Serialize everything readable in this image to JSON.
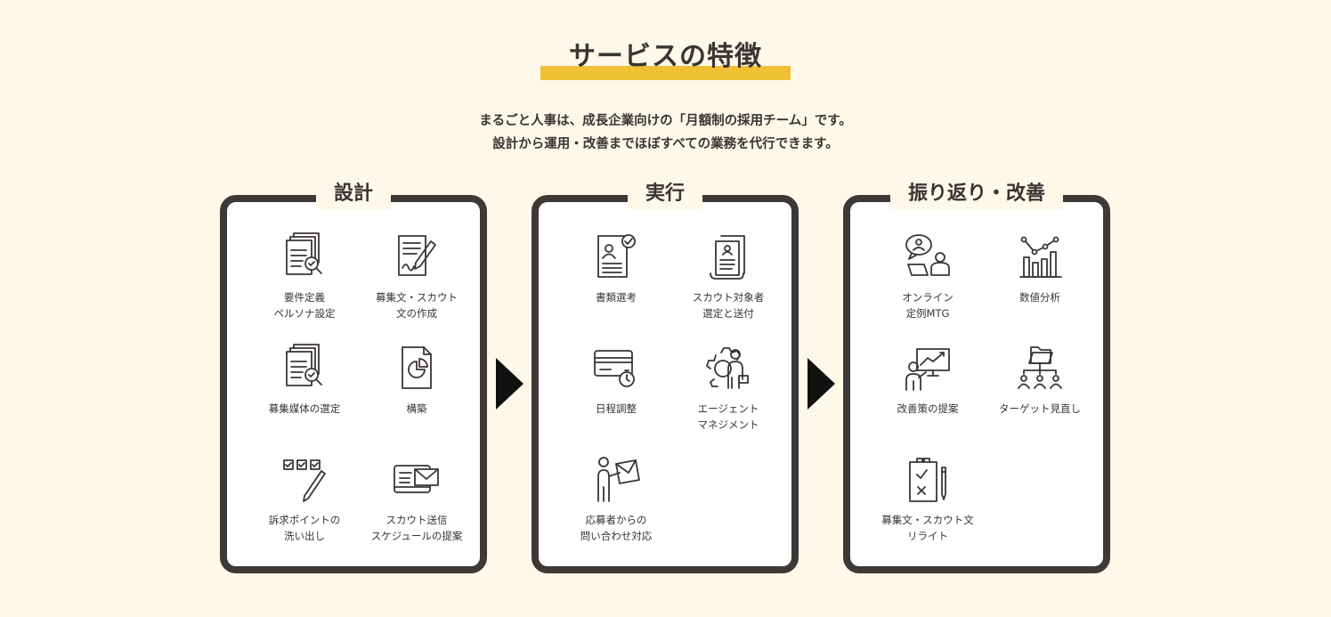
{
  "title": "サービスの特徴",
  "lead": {
    "line1": "まるごと人事は、成長企業向けの「月額制の採用チーム」です。",
    "line2": "設計から運用・改善までほぼすべての業務を代行できます。"
  },
  "panels": [
    {
      "label": "設計",
      "items": [
        {
          "label": "要件定義\nペルソナ設定",
          "icon": "document-search-icon"
        },
        {
          "label": "募集文・スカウト\n文の作成",
          "icon": "document-pen-icon"
        },
        {
          "label": "募集媒体の選定",
          "icon": "document-search-icon"
        },
        {
          "label": "構築",
          "icon": "pie-document-icon"
        },
        {
          "label": "訴求ポイントの\n洗い出し",
          "icon": "checkbox-pen-icon"
        },
        {
          "label": "スカウト送信\nスケジュールの提案",
          "icon": "mail-document-icon"
        }
      ]
    },
    {
      "label": "実行",
      "items": [
        {
          "label": "書類選考",
          "icon": "resume-check-icon"
        },
        {
          "label": "スカウト対象者\n選定と送付",
          "icon": "scroll-document-icon"
        },
        {
          "label": "日程調整",
          "icon": "card-timer-icon"
        },
        {
          "label": "エージェント\nマネジメント",
          "icon": "gear-person-icon"
        },
        {
          "label": "応募者からの\n問い合わせ対応",
          "icon": "person-mail-icon"
        }
      ]
    },
    {
      "label": "振り返り・改善",
      "items": [
        {
          "label": "オンライン\n定例MTG",
          "icon": "online-meeting-icon"
        },
        {
          "label": "数値分析",
          "icon": "bar-chart-icon"
        },
        {
          "label": "改善策の提案",
          "icon": "presentation-icon"
        },
        {
          "label": "ターゲット見直し",
          "icon": "folder-team-icon"
        },
        {
          "label": "募集文・スカウト文\nリライト",
          "icon": "clipboard-pen-icon"
        }
      ]
    }
  ]
}
